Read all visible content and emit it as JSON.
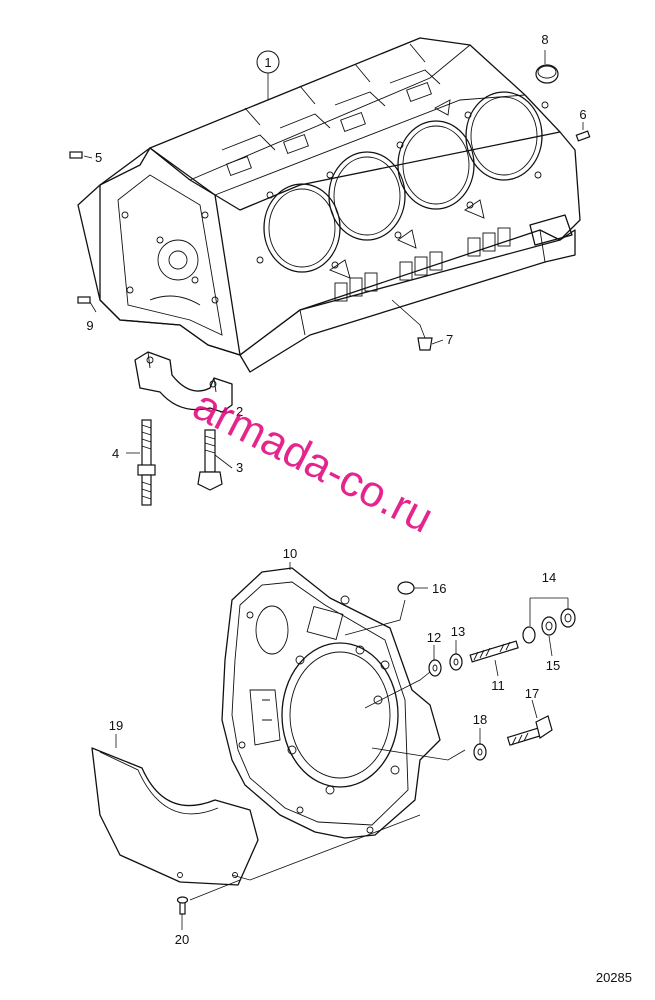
{
  "callouts": {
    "c1": "1",
    "c2": "2",
    "c3": "3",
    "c4": "4",
    "c5": "5",
    "c6": "6",
    "c7": "7",
    "c8": "8",
    "c9": "9",
    "c10": "10",
    "c11": "11",
    "c12": "12",
    "c13": "13",
    "c14": "14",
    "c15": "15",
    "c16": "16",
    "c17": "17",
    "c18": "18",
    "c19": "19",
    "c20": "20"
  },
  "drawing_number": "20285",
  "watermark": "armada-co.ru",
  "colors": {
    "line": "#111111",
    "watermark": "#e0007a",
    "background": "#ffffff"
  }
}
